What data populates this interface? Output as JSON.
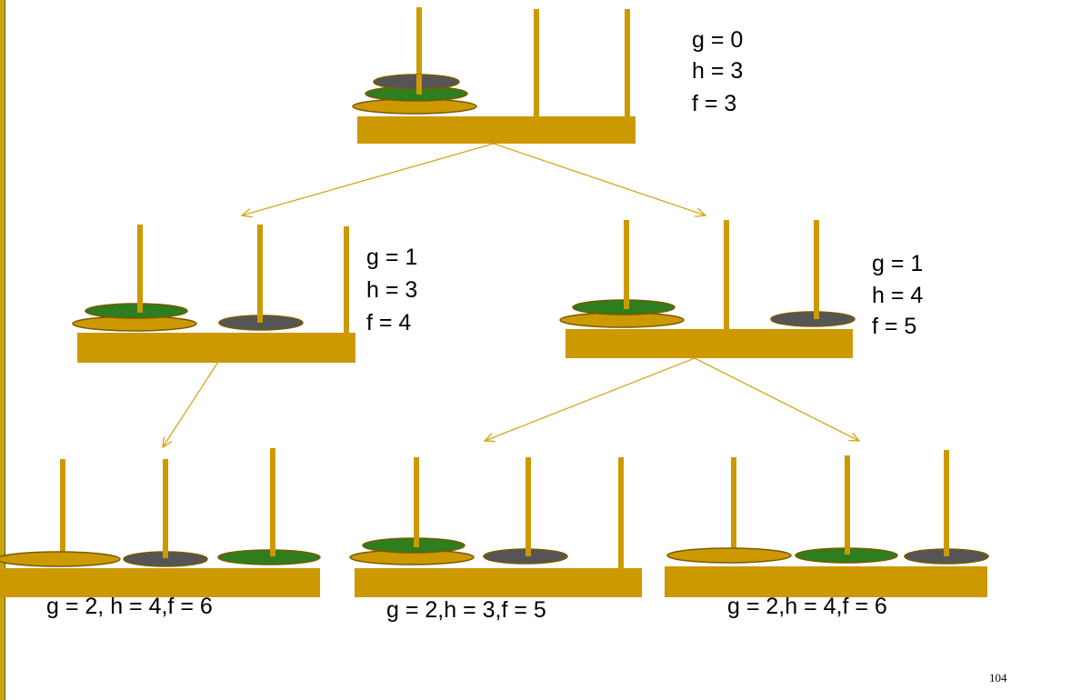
{
  "colors": {
    "gold": "#cc9900",
    "gold_outline": "#8a6400",
    "green": "#2e7d1e",
    "dark": "#555555",
    "arrow": "#d9a520"
  },
  "states": [
    {
      "id": "root",
      "pegs": [
        [
          "large",
          "medium",
          "small"
        ],
        [],
        []
      ],
      "lines": [
        "g = 0",
        "h = 3",
        "f  = 3"
      ]
    },
    {
      "id": "left",
      "pegs": [
        [
          "large",
          "medium"
        ],
        [
          "small"
        ],
        []
      ],
      "lines": [
        "g = 1",
        "h = 3",
        "f  = 4"
      ]
    },
    {
      "id": "right",
      "pegs": [
        [
          "large",
          "medium"
        ],
        [],
        [
          "small"
        ]
      ],
      "lines": [
        "g = 1",
        "h = 4",
        "f  = 5"
      ]
    },
    {
      "id": "bottom1",
      "pegs": [
        [
          "large"
        ],
        [
          "small"
        ],
        [
          "medium"
        ]
      ],
      "lines": [
        "g = 2, h = 4,f  = 6"
      ]
    },
    {
      "id": "bottom2",
      "pegs": [
        [
          "large",
          "medium"
        ],
        [
          "small"
        ],
        []
      ],
      "lines": [
        "g = 2,h = 3,f  = 5"
      ]
    },
    {
      "id": "bottom3",
      "pegs": [
        [
          "large"
        ],
        [
          "medium"
        ],
        [
          "small"
        ]
      ],
      "lines": [
        "g = 2,h = 4,f  = 6"
      ]
    }
  ],
  "page_number": "104"
}
